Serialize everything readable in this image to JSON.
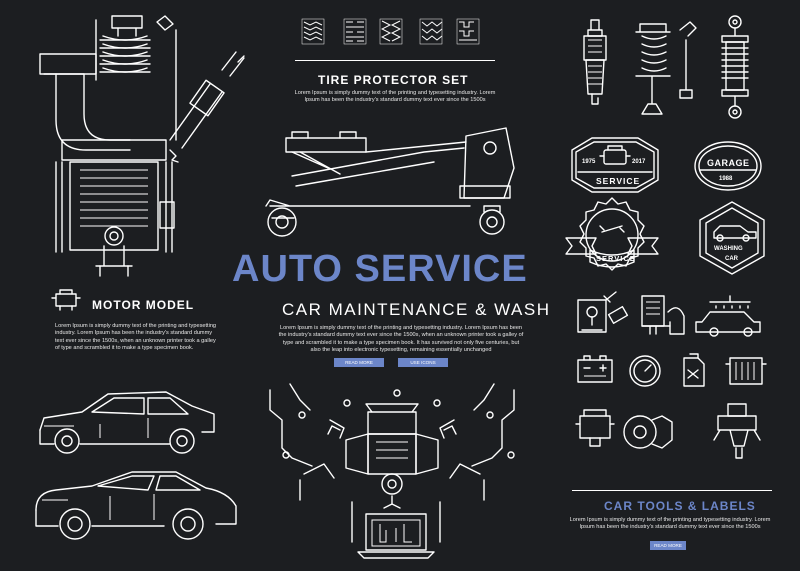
{
  "header": {
    "title": "AUTO SERVICE",
    "subtitle": "CAR MAINTENANCE & WASH",
    "body": "Lorem Ipsum is simply dummy text of the printing and typesetting industry. Lorem Ipsum has been the industry's standard dummy text ever since the 1500s, when an unknown printer took a galley of type and scrambled it to make a type specimen book. It has survived not only five centuries, but also the leap into electronic typesetting, remaining essentially unchanged",
    "read_more_label": "READ MORE",
    "use_icons_label": "USE ICONS"
  },
  "tire_section": {
    "title": "TIRE PROTECTOR SET",
    "body": "Lorem Ipsum is simply dummy text of the printing and typesetting industry. Lorem Ipsum has been the industry's standard dummy text ever since the 1500s"
  },
  "motor_section": {
    "title": "MOTOR MODEL",
    "body": "Lorem Ipsum is simply dummy text of the printing and typesetting industry. Lorem Ipsum has been the industry's standard dummy text ever since the 1500s, when an unknown printer took a galley of type and scrambled it to make a type specimen book."
  },
  "tools_section": {
    "title": "CAR TOOLS & LABELS",
    "body": "Lorem Ipsum is simply dummy text of the printing and typesetting industry. Lorem Ipsum has been the industry's standard dummy text ever since the 1500s",
    "read_more_label": "READ MORE"
  },
  "badges": {
    "service_badge": {
      "year_left": "1975",
      "year_right": "2017",
      "label": "SERVICE"
    },
    "garage_badge": {
      "label": "GARAGE",
      "year": "1988"
    },
    "service_ribbon": {
      "label": "SERVICE"
    },
    "wash_badge": {
      "top": "WASHING",
      "bottom": "CAR"
    }
  },
  "colors": {
    "background": "#1c1e21",
    "accent": "#6c86c9",
    "line": "#ffffff"
  }
}
